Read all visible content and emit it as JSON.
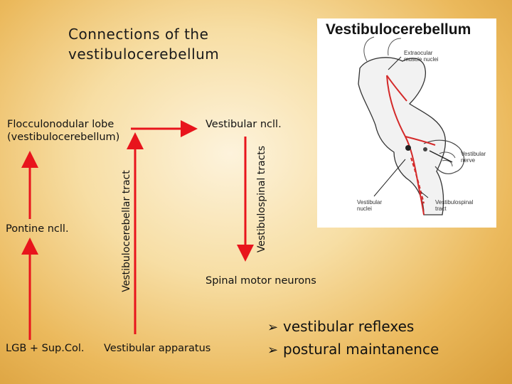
{
  "title_line1": "Connections of the",
  "title_line2": "vestibulocerebellum",
  "labels": {
    "flocculonodular_line1": "Flocculonodular lobe",
    "flocculonodular_line2": "(vestibulocerebellum)",
    "vestibular_ncll": "Vestibular ncll.",
    "pontine_ncll": "Pontine ncll.",
    "lgb_supcol": "LGB + Sup.Col.",
    "vestibular_apparatus": "Vestibular apparatus",
    "spinal_motor_neurons": "Spinal motor neurons",
    "vestibulocerebellar_tract": "Vestibulocerebellar tract",
    "vestibulospinal_tracts": "Vestibulospinal tracts"
  },
  "bullets": [
    "vestibular reflexes",
    "postural maintanence"
  ],
  "figure": {
    "title": "Vestibulocerebellum",
    "extraocular": [
      "Extraocular",
      "muscle nuclei"
    ],
    "vestibular_nerve": [
      "Vestibular",
      "nerve"
    ],
    "vestibular_nuclei": [
      "Vestibular",
      "nuclei"
    ],
    "vestibulospinal_tract": [
      "Vestibulospinal",
      "tract"
    ]
  },
  "colors": {
    "arrow": "#e8141c",
    "accent_path": "#d42a2a"
  }
}
